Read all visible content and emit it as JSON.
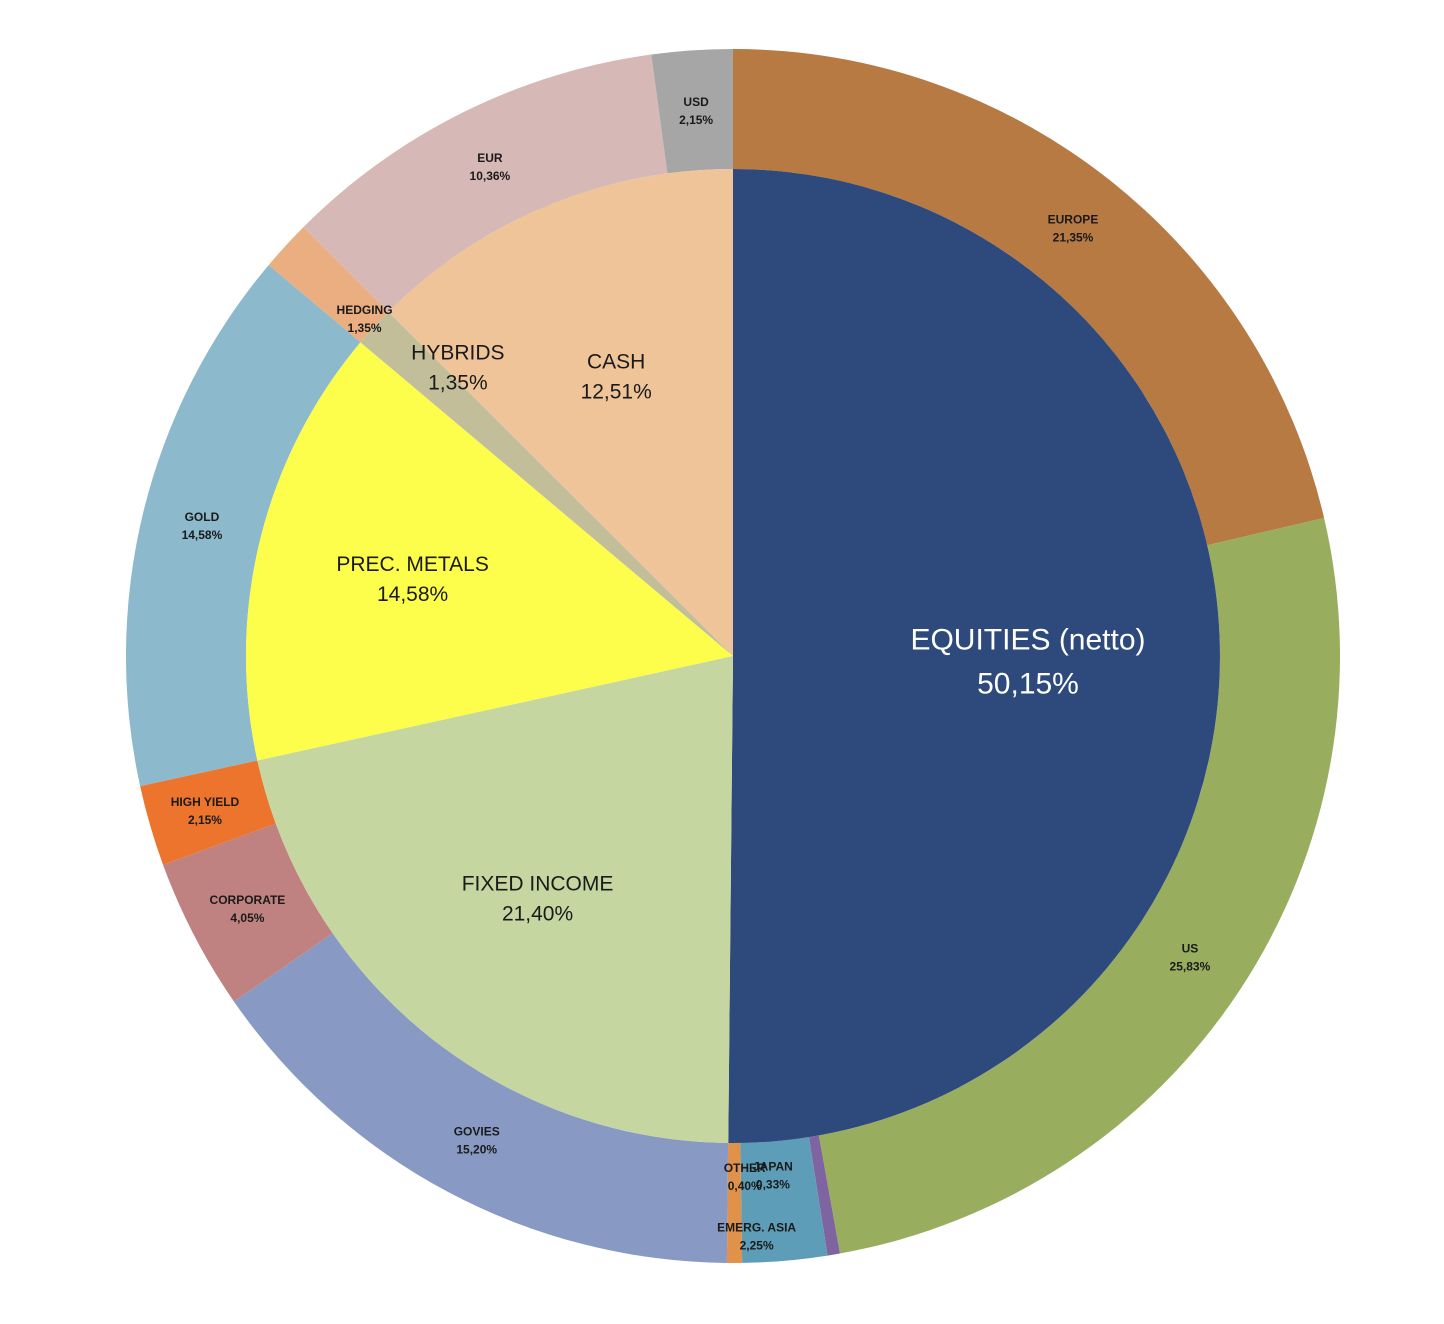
{
  "chart_data": {
    "type": "pie",
    "variant": "double-ring (sunburst)",
    "title": "",
    "inner": [
      {
        "label": "EQUITIES (netto)",
        "value_text": "50,15%",
        "value": 50.15,
        "color": "#2E4A7D"
      },
      {
        "label": "FIXED INCOME",
        "value_text": "21,40%",
        "value": 21.4,
        "color": "#C5D6A0"
      },
      {
        "label": "PREC. METALS",
        "value_text": "14,58%",
        "value": 14.58,
        "color": "#FDFD4C"
      },
      {
        "label": "HYBRIDS",
        "value_text": "1,35%",
        "value": 1.35,
        "color": "#C2BE9A"
      },
      {
        "label": "CASH",
        "value_text": "12,51%",
        "value": 12.51,
        "color": "#EEC498"
      }
    ],
    "outer": [
      {
        "label": "EUROPE",
        "value_text": "21,35%",
        "value": 21.35,
        "color": "#B67A42"
      },
      {
        "label": "US",
        "value_text": "25,83%",
        "value": 25.83,
        "color": "#98AE5E"
      },
      {
        "label": "JAPAN",
        "value_text": "0,33%",
        "value": 0.33,
        "color": "#7E64A0"
      },
      {
        "label": "EMERG. ASIA",
        "value_text": "2,25%",
        "value": 2.25,
        "color": "#5E9DB8"
      },
      {
        "label": "OTHER",
        "value_text": "0,40%",
        "value": 0.4,
        "color": "#E0924A"
      },
      {
        "label": "GOVIES",
        "value_text": "15,20%",
        "value": 15.2,
        "color": "#889AC4"
      },
      {
        "label": "CORPORATE",
        "value_text": "4,05%",
        "value": 4.05,
        "color": "#C08280"
      },
      {
        "label": "HIGH YIELD",
        "value_text": "2,15%",
        "value": 2.15,
        "color": "#EC742C"
      },
      {
        "label": "GOLD",
        "value_text": "14,58%",
        "value": 14.58,
        "color": "#8DB9CC"
      },
      {
        "label": "HEDGING",
        "value_text": "1,35%",
        "value": 1.35,
        "color": "#EAAE80"
      },
      {
        "label": "EUR",
        "value_text": "10,36%",
        "value": 10.36,
        "color": "#D6B8B6"
      },
      {
        "label": "USD",
        "value_text": "2,15%",
        "value": 2.15,
        "color": "#A6A6A6"
      }
    ],
    "start_angle": "12 o'clock",
    "direction": "clockwise",
    "legend": "none"
  }
}
